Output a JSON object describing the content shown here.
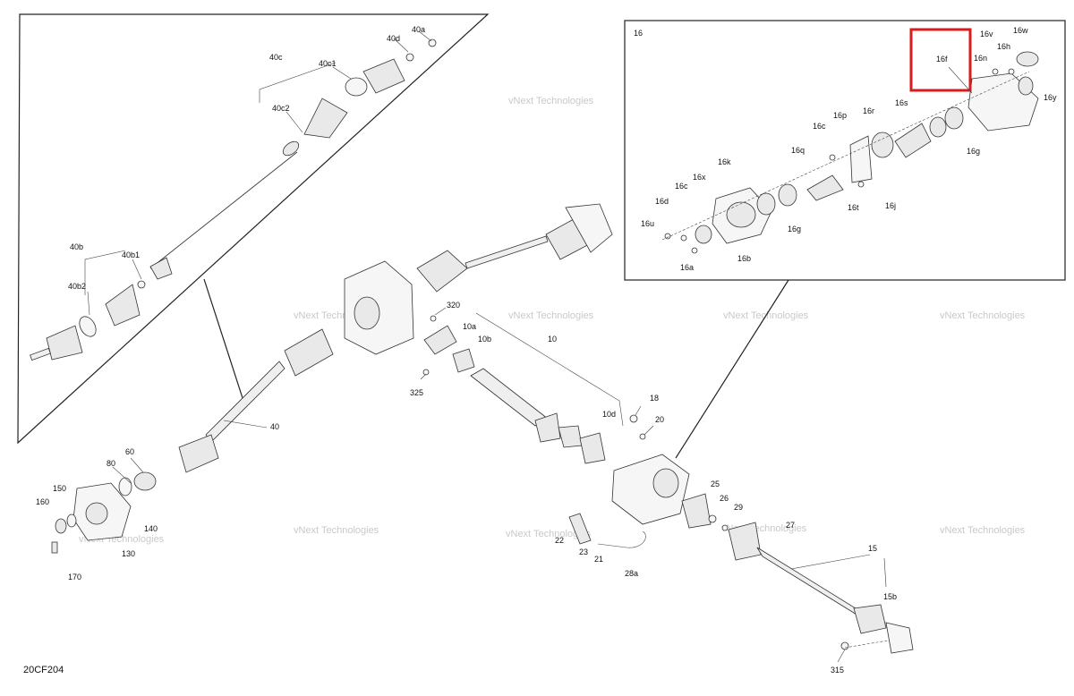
{
  "diagram_code": "20CF204",
  "watermark": "vNext Technologies",
  "highlight_color": "#d81b1b",
  "detail_box_label": "16",
  "highlighted_part": "16f",
  "labels_main": [
    "40c",
    "40d",
    "40a",
    "40c1",
    "40c2",
    "40b",
    "40b1",
    "40b2",
    "320",
    "10a",
    "10b",
    "10",
    "325",
    "40",
    "18",
    "20",
    "10d",
    "60",
    "80",
    "150",
    "160",
    "140",
    "130",
    "170",
    "25",
    "26",
    "29",
    "27",
    "22",
    "23",
    "21",
    "28a",
    "15",
    "15b",
    "315"
  ],
  "labels_detail": [
    "16v",
    "16w",
    "16h",
    "16n",
    "16y",
    "16c",
    "16p",
    "16r",
    "16s",
    "16g",
    "16q",
    "16k",
    "16x",
    "16t",
    "16j",
    "16d",
    "16u",
    "16a",
    "16b"
  ]
}
